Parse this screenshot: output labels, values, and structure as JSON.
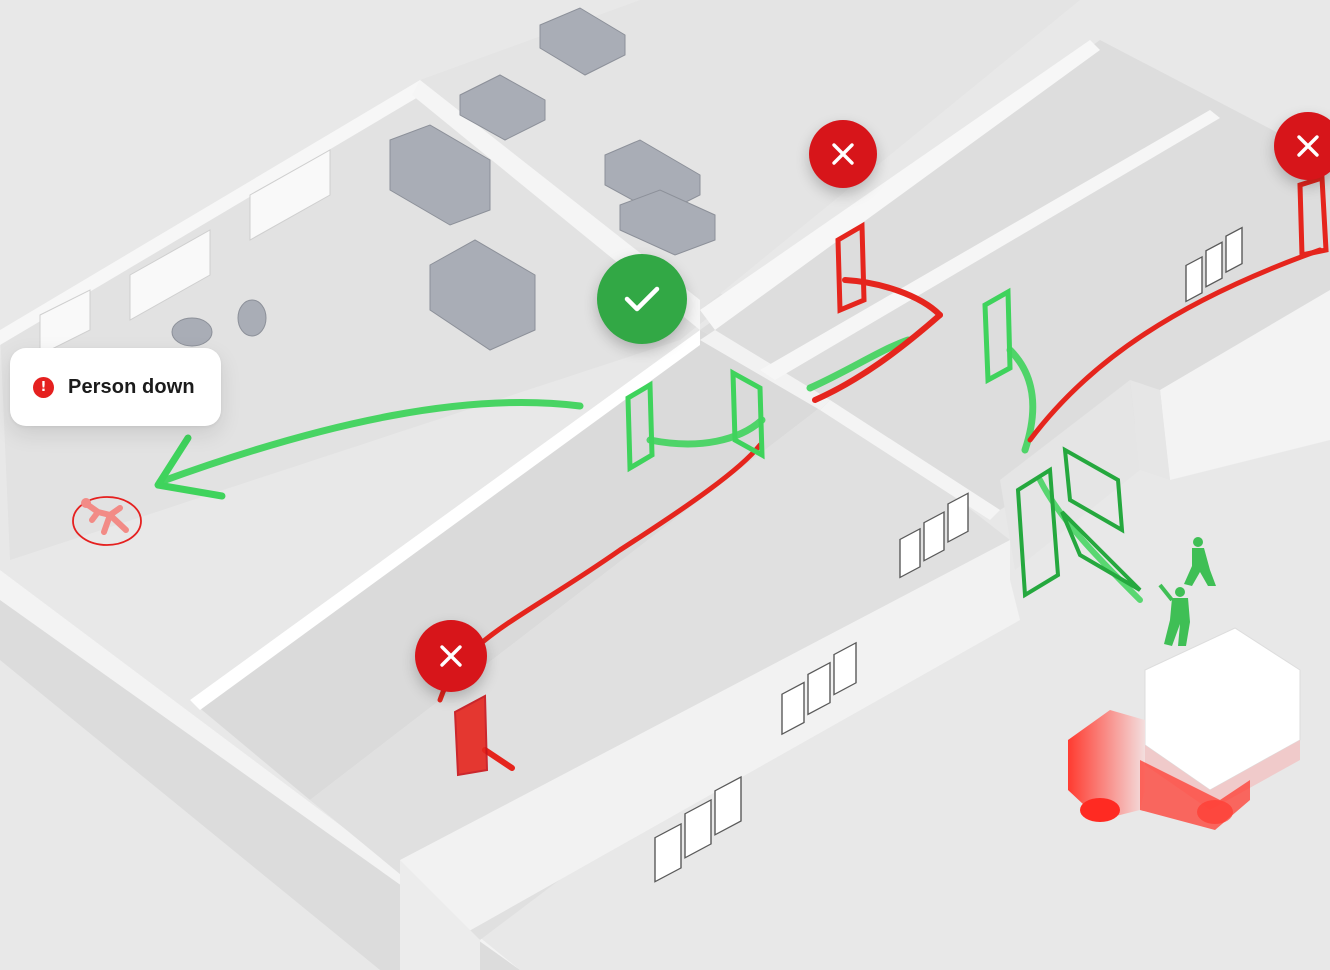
{
  "alert": {
    "label": "Person down",
    "icon": "exclamation-icon",
    "icon_color": "#e5201f"
  },
  "route_badges": [
    {
      "status": "blocked",
      "icon": "close-icon",
      "color": "#d7151a"
    },
    {
      "status": "blocked",
      "icon": "close-icon",
      "color": "#d7151a"
    },
    {
      "status": "blocked",
      "icon": "close-icon",
      "color": "#d7151a"
    },
    {
      "status": "clear",
      "icon": "checkmark-icon",
      "color": "#32a845"
    }
  ],
  "colors": {
    "safe_route": "#3fd35c",
    "blocked_route": "#e5251d",
    "building": "#f4f4f4",
    "floor": "#e3e3e3"
  }
}
